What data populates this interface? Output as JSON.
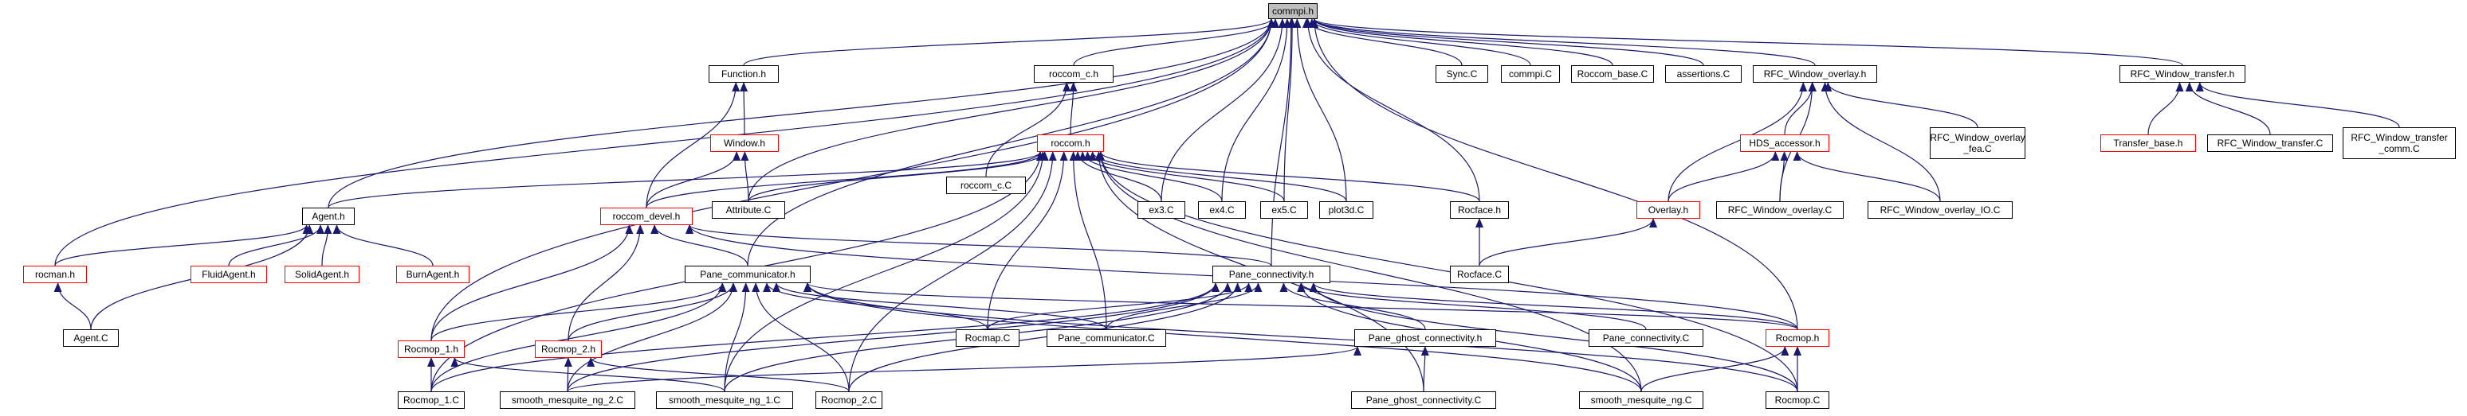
{
  "colors": {
    "edge": "#191970",
    "node_border": "#000000",
    "incomplete_border": "#ff0000",
    "root_fill": "#bfbfbf"
  },
  "nodes": {
    "commpi_h": {
      "label": "commpi.h",
      "style": "root"
    },
    "function_h": {
      "label": "Function.h",
      "style": "normal"
    },
    "roccom_c_h": {
      "label": "roccom_c.h",
      "style": "normal"
    },
    "sync_c": {
      "label": "Sync.C",
      "style": "normal"
    },
    "commpi_c": {
      "label": "commpi.C",
      "style": "normal"
    },
    "roccom_base_c": {
      "label": "Roccom_base.C",
      "style": "normal"
    },
    "assertions_c": {
      "label": "assertions.C",
      "style": "normal"
    },
    "rfc_window_overlay_h": {
      "label": "RFC_Window_overlay.h",
      "style": "normal"
    },
    "rfc_window_transfer_h": {
      "label": "RFC_Window_transfer.h",
      "style": "normal"
    },
    "window_h": {
      "label": "Window.h",
      "style": "red"
    },
    "roccom_c_c": {
      "label": "roccom_c.C",
      "style": "normal"
    },
    "roccom_h": {
      "label": "roccom.h",
      "style": "red"
    },
    "hds_accessor_h": {
      "label": "HDS_accessor.h",
      "style": "red"
    },
    "rfc_window_overlay_fea_c": {
      "label": "RFC_Window_overlay\n_fea.C",
      "style": "normal"
    },
    "transfer_base_h": {
      "label": "Transfer_base.h",
      "style": "red"
    },
    "rfc_window_transfer_c": {
      "label": "RFC_Window_transfer.C",
      "style": "normal"
    },
    "rfc_window_transfer_comm_c": {
      "label": "RFC_Window_transfer\n_comm.C",
      "style": "normal"
    },
    "agent_h": {
      "label": "Agent.h",
      "style": "normal"
    },
    "roccom_devel_h": {
      "label": "roccom_devel.h",
      "style": "red"
    },
    "attribute_c": {
      "label": "Attribute.C",
      "style": "normal"
    },
    "ex3_c": {
      "label": "ex3.C",
      "style": "normal"
    },
    "ex4_c": {
      "label": "ex4.C",
      "style": "normal"
    },
    "ex5_c": {
      "label": "ex5.C",
      "style": "normal"
    },
    "plot3d_c": {
      "label": "plot3d.C",
      "style": "normal"
    },
    "rocface_h": {
      "label": "Rocface.h",
      "style": "normal"
    },
    "overlay_h": {
      "label": "Overlay.h",
      "style": "red"
    },
    "rfc_window_overlay_c": {
      "label": "RFC_Window_overlay.C",
      "style": "normal"
    },
    "rfc_window_overlay_io_c": {
      "label": "RFC_Window_overlay_IO.C",
      "style": "normal"
    },
    "rocman_h": {
      "label": "rocman.h",
      "style": "red"
    },
    "fluidagent_h": {
      "label": "FluidAgent.h",
      "style": "red"
    },
    "solidagent_h": {
      "label": "SolidAgent.h",
      "style": "red"
    },
    "burnagent_h": {
      "label": "BurnAgent.h",
      "style": "red"
    },
    "pane_communicator_h": {
      "label": "Pane_communicator.h",
      "style": "normal"
    },
    "pane_connectivity_h": {
      "label": "Pane_connectivity.h",
      "style": "normal"
    },
    "rocface_c": {
      "label": "Rocface.C",
      "style": "normal"
    },
    "agent_c": {
      "label": "Agent.C",
      "style": "normal"
    },
    "rocmop_1_h": {
      "label": "Rocmop_1.h",
      "style": "red"
    },
    "rocmop_2_h": {
      "label": "Rocmop_2.h",
      "style": "red"
    },
    "rocmap_c": {
      "label": "Rocmap.C",
      "style": "normal"
    },
    "pane_communicator_c": {
      "label": "Pane_communicator.C",
      "style": "normal"
    },
    "pane_ghost_connectivity_h": {
      "label": "Pane_ghost_connectivity.h",
      "style": "normal"
    },
    "pane_connectivity_c": {
      "label": "Pane_connectivity.C",
      "style": "normal"
    },
    "rocmop_h": {
      "label": "Rocmop.h",
      "style": "red"
    },
    "rocmop_1_c": {
      "label": "Rocmop_1.C",
      "style": "normal"
    },
    "smooth_mesquite_ng_2_c": {
      "label": "smooth_mesquite_ng_2.C",
      "style": "normal"
    },
    "smooth_mesquite_ng_1_c": {
      "label": "smooth_mesquite_ng_1.C",
      "style": "normal"
    },
    "rocmop_2_c": {
      "label": "Rocmop_2.C",
      "style": "normal"
    },
    "pane_ghost_connectivity_c": {
      "label": "Pane_ghost_connectivity.C",
      "style": "normal"
    },
    "smooth_mesquite_ng_c": {
      "label": "smooth_mesquite_ng.C",
      "style": "normal"
    },
    "rocmop_c": {
      "label": "Rocmop.C",
      "style": "normal"
    }
  },
  "edges": [
    [
      "commpi_h",
      "function_h"
    ],
    [
      "commpi_h",
      "roccom_c_h"
    ],
    [
      "commpi_h",
      "sync_c"
    ],
    [
      "commpi_h",
      "commpi_c"
    ],
    [
      "commpi_h",
      "roccom_base_c"
    ],
    [
      "commpi_h",
      "assertions_c"
    ],
    [
      "commpi_h",
      "rfc_window_overlay_h"
    ],
    [
      "commpi_h",
      "rfc_window_transfer_h"
    ],
    [
      "commpi_h",
      "agent_h"
    ],
    [
      "commpi_h",
      "rocman_h"
    ],
    [
      "commpi_h",
      "rocmop_1_h"
    ],
    [
      "commpi_h",
      "attribute_c"
    ],
    [
      "commpi_h",
      "ex3_c"
    ],
    [
      "commpi_h",
      "ex4_c"
    ],
    [
      "commpi_h",
      "ex5_c"
    ],
    [
      "commpi_h",
      "plot3d_c"
    ],
    [
      "commpi_h",
      "rocface_h"
    ],
    [
      "commpi_h",
      "pane_communicator_h"
    ],
    [
      "commpi_h",
      "pane_connectivity_h"
    ],
    [
      "commpi_h",
      "rocmop_h"
    ],
    [
      "function_h",
      "window_h"
    ],
    [
      "function_h",
      "roccom_devel_h"
    ],
    [
      "roccom_c_h",
      "roccom_c_c"
    ],
    [
      "roccom_c_h",
      "roccom_h"
    ],
    [
      "window_h",
      "roccom_devel_h"
    ],
    [
      "window_h",
      "attribute_c"
    ],
    [
      "roccom_h",
      "roccom_devel_h"
    ],
    [
      "roccom_h",
      "attribute_c"
    ],
    [
      "roccom_h",
      "agent_h"
    ],
    [
      "roccom_h",
      "ex3_c"
    ],
    [
      "roccom_h",
      "ex4_c"
    ],
    [
      "roccom_h",
      "ex5_c"
    ],
    [
      "roccom_h",
      "plot3d_c"
    ],
    [
      "roccom_h",
      "rocface_h"
    ],
    [
      "roccom_h",
      "rocmap_c"
    ],
    [
      "roccom_h",
      "pane_communicator_c"
    ],
    [
      "roccom_h",
      "rocmop_2_c"
    ],
    [
      "roccom_h",
      "rocmop_1_c"
    ],
    [
      "roccom_h",
      "smooth_mesquite_ng_1_c"
    ],
    [
      "roccom_h",
      "rocmop_c"
    ],
    [
      "roccom_h",
      "smooth_mesquite_ng_c"
    ],
    [
      "roccom_h",
      "pane_ghost_connectivity_c"
    ],
    [
      "rfc_window_overlay_h",
      "hds_accessor_h"
    ],
    [
      "rfc_window_overlay_h",
      "rfc_window_overlay_fea_c"
    ],
    [
      "rfc_window_overlay_h",
      "overlay_h"
    ],
    [
      "rfc_window_overlay_h",
      "rfc_window_overlay_c"
    ],
    [
      "rfc_window_overlay_h",
      "rfc_window_overlay_io_c"
    ],
    [
      "hds_accessor_h",
      "overlay_h"
    ],
    [
      "hds_accessor_h",
      "rfc_window_overlay_c"
    ],
    [
      "hds_accessor_h",
      "rfc_window_overlay_io_c"
    ],
    [
      "rfc_window_transfer_h",
      "transfer_base_h"
    ],
    [
      "rfc_window_transfer_h",
      "rfc_window_transfer_c"
    ],
    [
      "rfc_window_transfer_h",
      "rfc_window_transfer_comm_c"
    ],
    [
      "overlay_h",
      "rocface_c"
    ],
    [
      "rocface_h",
      "rocface_c"
    ],
    [
      "agent_h",
      "rocman_h"
    ],
    [
      "agent_h",
      "fluidagent_h"
    ],
    [
      "agent_h",
      "solidagent_h"
    ],
    [
      "agent_h",
      "burnagent_h"
    ],
    [
      "agent_h",
      "agent_c"
    ],
    [
      "rocman_h",
      "agent_c"
    ],
    [
      "roccom_devel_h",
      "pane_communicator_h"
    ],
    [
      "roccom_devel_h",
      "pane_connectivity_h"
    ],
    [
      "roccom_devel_h",
      "rocmop_1_h"
    ],
    [
      "roccom_devel_h",
      "rocmop_2_h"
    ],
    [
      "roccom_devel_h",
      "rocmop_h"
    ],
    [
      "pane_communicator_h",
      "rocmop_1_h"
    ],
    [
      "pane_communicator_h",
      "rocmop_2_h"
    ],
    [
      "pane_communicator_h",
      "rocmap_c"
    ],
    [
      "pane_communicator_h",
      "pane_communicator_c"
    ],
    [
      "pane_communicator_h",
      "rocmop_1_c"
    ],
    [
      "pane_communicator_h",
      "smooth_mesquite_ng_2_c"
    ],
    [
      "pane_communicator_h",
      "smooth_mesquite_ng_1_c"
    ],
    [
      "pane_communicator_h",
      "rocmop_2_c"
    ],
    [
      "pane_communicator_h",
      "smooth_mesquite_ng_c"
    ],
    [
      "pane_communicator_h",
      "rocmop_c"
    ],
    [
      "pane_communicator_h",
      "rocmop_h"
    ],
    [
      "pane_connectivity_h",
      "rocmap_c"
    ],
    [
      "pane_connectivity_h",
      "pane_communicator_c"
    ],
    [
      "pane_connectivity_h",
      "pane_ghost_connectivity_h"
    ],
    [
      "pane_connectivity_h",
      "pane_connectivity_c"
    ],
    [
      "pane_connectivity_h",
      "rocmop_h"
    ],
    [
      "pane_connectivity_h",
      "rocmop_1_c"
    ],
    [
      "pane_connectivity_h",
      "smooth_mesquite_ng_2_c"
    ],
    [
      "pane_connectivity_h",
      "smooth_mesquite_ng_1_c"
    ],
    [
      "pane_connectivity_h",
      "rocmop_2_c"
    ],
    [
      "pane_connectivity_h",
      "smooth_mesquite_ng_c"
    ],
    [
      "pane_connectivity_h",
      "rocmop_c"
    ],
    [
      "pane_ghost_connectivity_h",
      "pane_ghost_connectivity_c"
    ],
    [
      "pane_ghost_connectivity_h",
      "smooth_mesquite_ng_2_c"
    ],
    [
      "rocmop_1_h",
      "rocmop_1_c"
    ],
    [
      "rocmop_1_h",
      "smooth_mesquite_ng_1_c"
    ],
    [
      "rocmop_2_h",
      "rocmop_2_c"
    ],
    [
      "rocmop_2_h",
      "smooth_mesquite_ng_2_c"
    ],
    [
      "rocmop_h",
      "rocmop_c"
    ],
    [
      "rocmop_h",
      "smooth_mesquite_ng_c"
    ]
  ]
}
